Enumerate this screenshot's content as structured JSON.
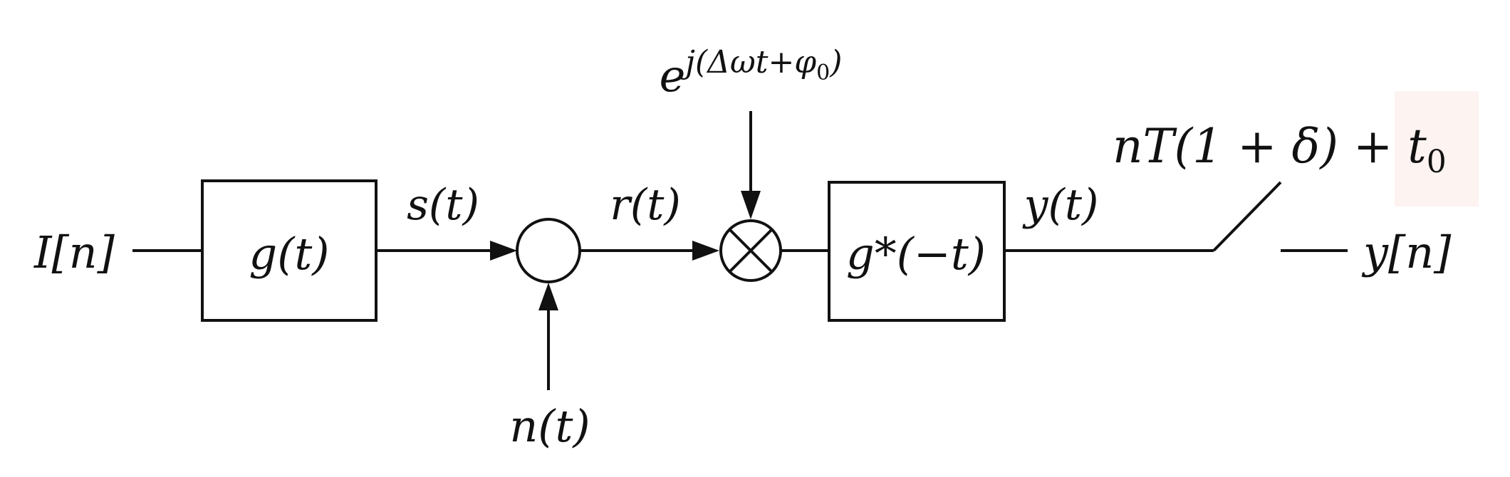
{
  "signals": {
    "input": "I[n]",
    "transmit_filter": "g(t)",
    "transmitted_signal": "s(t)",
    "noise": "n(t)",
    "received_signal": "r(t)",
    "carrier_offset": "e^{j(Δωt+φ0)}",
    "matched_filter": "g*(−t)",
    "filter_output": "y(t)",
    "sampling_time": "nT(1 + δ) + t0",
    "output": "y[n]"
  },
  "highlight_color": "#fdf3f1"
}
